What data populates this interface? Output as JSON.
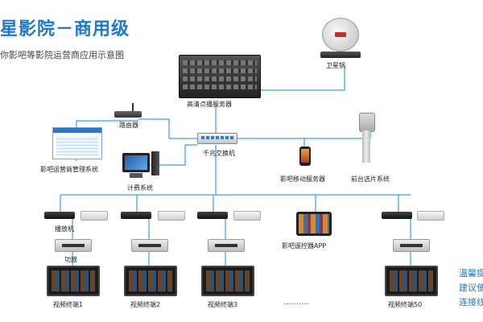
{
  "header": {
    "title": "星影院－商用级",
    "subtitle": "你影吧等影院运营商应用示意图"
  },
  "nodes": {
    "satellite": "卫星锅",
    "server": "高清点播服务器",
    "router": "路由器",
    "switch": "千兆交换机",
    "operator_system": "影吧运营商管理系统",
    "billing": "计费系统",
    "mobile_server": "影吧移动服务器",
    "kiosk": "前台选片系统",
    "player": "播放机",
    "amplifier": "功放",
    "app": "影吧遥控器APP",
    "terminals": [
      "视频终端1",
      "视频终端2",
      "视频终端3",
      "视频终端50"
    ],
    "ellipsis": "··········"
  },
  "side_note": {
    "lines": [
      "温馨提",
      "建议使",
      "连接线"
    ]
  },
  "colors": {
    "title": "#1f78c8",
    "link": "#3aa0e6"
  }
}
